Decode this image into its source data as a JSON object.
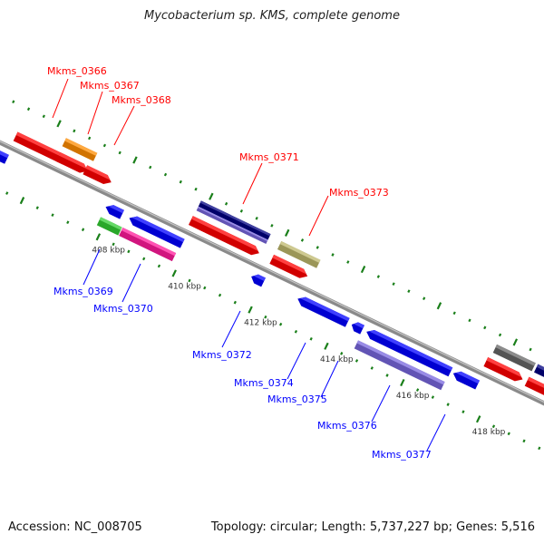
{
  "title": "Mycobacterium sp. KMS, complete genome",
  "footer": {
    "accession": "Accession: NC_008705",
    "topology": "Topology: circular; Length: 5,737,227 bp; Genes: 5,516"
  },
  "colors": {
    "backbone": "#8a8a8a",
    "ticks": "#1a7f1a",
    "forward_label": "#ff0000",
    "reverse_label": "#0000ff"
  },
  "tick_labels": [
    "408 kbp",
    "410 kbp",
    "412 kbp",
    "414 kbp",
    "416 kbp",
    "418 kbp"
  ],
  "features": [
    {
      "start": 404.77,
      "end": 405.25,
      "strand": "reverse",
      "row": 1,
      "color": "#0000ff",
      "arrow": true
    },
    {
      "start": 405.2,
      "end": 406.65,
      "strand": "forward",
      "row": 1,
      "color": "#ff0000",
      "arrow": true
    },
    {
      "start": 406.3,
      "end": 407.12,
      "strand": "forward",
      "row": 2,
      "color": "#ff8c00",
      "arrow": false
    },
    {
      "start": 406.32,
      "end": 407.1,
      "strand": "forward",
      "row": 1,
      "color": "#ff0000",
      "arrow": true
    },
    {
      "start": 407.03,
      "end": 407.72,
      "strand": "forward",
      "row": 1,
      "color": "#ff0000",
      "arrow": true
    },
    {
      "start": 407.85,
      "end": 408.28,
      "strand": "reverse",
      "row": 1,
      "color": "#0000ff",
      "arrow": true
    },
    {
      "start": 407.85,
      "end": 408.41,
      "strand": "reverse",
      "row": 2,
      "color": "#33cc33",
      "arrow": false
    },
    {
      "start": 408.47,
      "end": 409.87,
      "strand": "reverse",
      "row": 1,
      "color": "#0000ff",
      "arrow": true
    },
    {
      "start": 408.43,
      "end": 409.83,
      "strand": "reverse",
      "row": 2,
      "color": "#ff1a9a",
      "arrow": false
    },
    {
      "start": 409.81,
      "end": 411.61,
      "strand": "forward",
      "row": 1,
      "color": "#ff0000",
      "arrow": true
    },
    {
      "start": 409.83,
      "end": 411.66,
      "strand": "forward",
      "row": 3,
      "color": "#000080",
      "arrow": false
    },
    {
      "start": 409.83,
      "end": 411.66,
      "strand": "forward",
      "row": 2.5,
      "color": "#7766dd",
      "arrow": false
    },
    {
      "start": 411.68,
      "end": 412.0,
      "strand": "reverse",
      "row": 1,
      "color": "#0000ff",
      "arrow": true
    },
    {
      "start": 411.96,
      "end": 412.99,
      "strand": "forward",
      "row": 2,
      "color": "#bdb76b",
      "arrow": false
    },
    {
      "start": 411.94,
      "end": 412.88,
      "strand": "forward",
      "row": 1,
      "color": "#ff0000",
      "arrow": true
    },
    {
      "start": 412.9,
      "end": 414.21,
      "strand": "reverse",
      "row": 1,
      "color": "#0000ff",
      "arrow": true
    },
    {
      "start": 414.32,
      "end": 414.6,
      "strand": "reverse",
      "row": 1,
      "color": "#0000ff",
      "arrow": true
    },
    {
      "start": 414.71,
      "end": 416.92,
      "strand": "reverse",
      "row": 1,
      "color": "#0000ff",
      "arrow": true
    },
    {
      "start": 414.62,
      "end": 416.9,
      "strand": "reverse",
      "row": 2,
      "color": "#7766dd",
      "arrow": false
    },
    {
      "start": 416.99,
      "end": 417.63,
      "strand": "reverse",
      "row": 1,
      "color": "#0000ff",
      "arrow": true
    },
    {
      "start": 417.57,
      "end": 418.54,
      "strand": "forward",
      "row": 1,
      "color": "#ff0000",
      "arrow": true
    },
    {
      "start": 417.63,
      "end": 418.65,
      "strand": "forward",
      "row": 2,
      "color": "#666666",
      "arrow": false
    },
    {
      "start": 418.65,
      "end": 419.51,
      "strand": "forward",
      "row": 1,
      "color": "#ff0000",
      "arrow": true
    },
    {
      "start": 418.71,
      "end": 419.51,
      "strand": "forward",
      "row": 2,
      "color": "#000080",
      "arrow": false
    }
  ],
  "gene_labels": [
    {
      "text": "Mkms_0366",
      "strand": "forward"
    },
    {
      "text": "Mkms_0367",
      "strand": "forward"
    },
    {
      "text": "Mkms_0368",
      "strand": "forward"
    },
    {
      "text": "Mkms_0371",
      "strand": "forward"
    },
    {
      "text": "Mkms_0373",
      "strand": "forward"
    },
    {
      "text": "Mkms_0369",
      "strand": "reverse"
    },
    {
      "text": "Mkms_0370",
      "strand": "reverse"
    },
    {
      "text": "Mkms_0372",
      "strand": "reverse"
    },
    {
      "text": "Mkms_0374",
      "strand": "reverse"
    },
    {
      "text": "Mkms_0375",
      "strand": "reverse"
    },
    {
      "text": "Mkms_0376",
      "strand": "reverse"
    },
    {
      "text": "Mkms_0377",
      "strand": "reverse"
    }
  ]
}
